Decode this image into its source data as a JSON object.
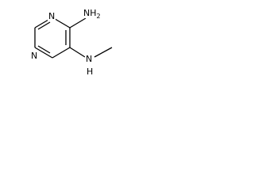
{
  "molecule": {
    "ring_atoms": {
      "n_top": "N",
      "n_left": "N"
    },
    "substituents": {
      "amino": {
        "main": "NH",
        "subscript": "2"
      },
      "methylamino": {
        "line1": "H",
        "line2": "N"
      }
    },
    "colors": {
      "bond": "#000000",
      "text": "#000000",
      "background": "#ffffff"
    }
  }
}
